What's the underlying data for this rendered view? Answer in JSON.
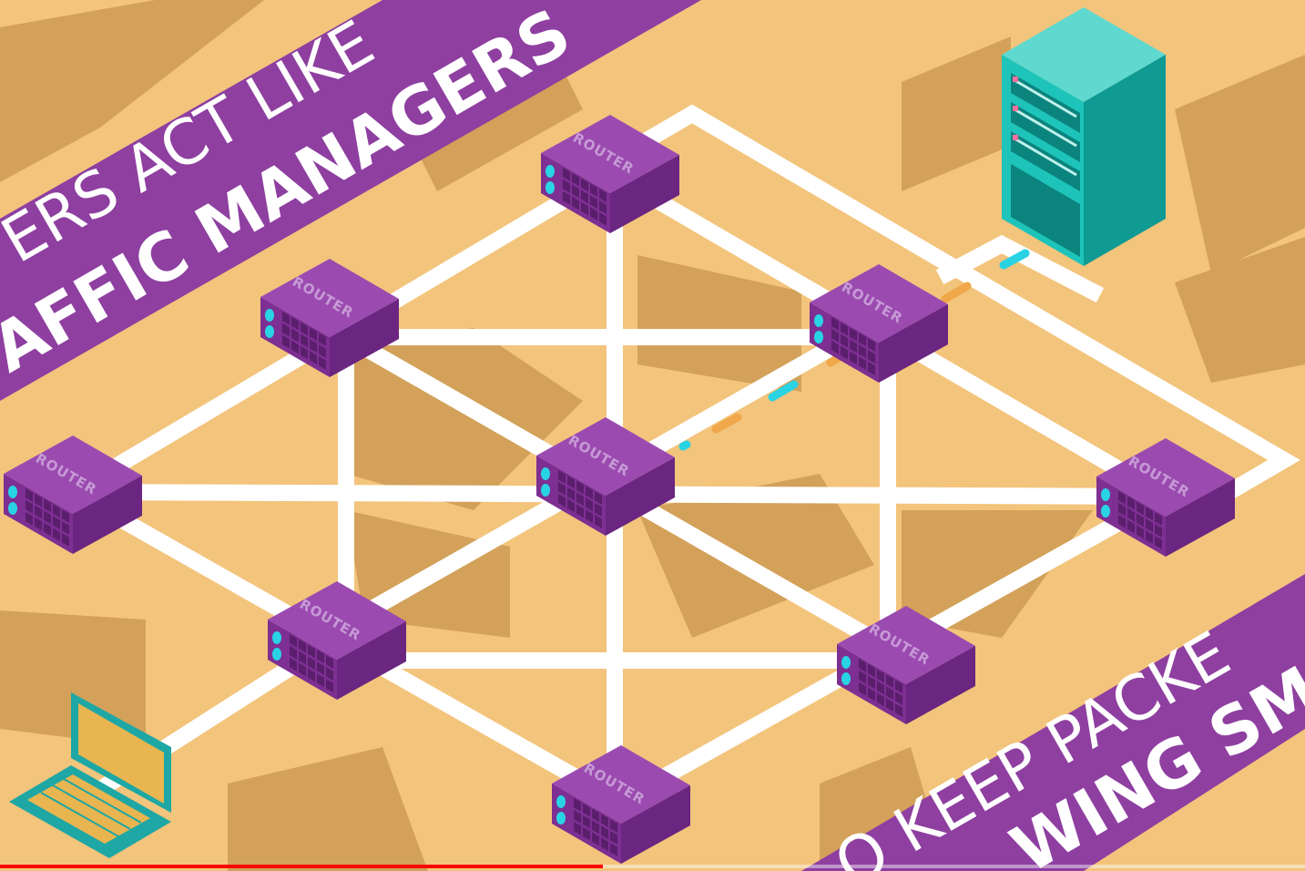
{
  "video": {
    "banner_top_line1": "ERS ACT LIKE",
    "banner_top_line2": "AFFIC MANAGERS",
    "banner_bottom_line1": "O KEEP PACKE",
    "banner_bottom_line2": "WING SMOO",
    "progress_fraction": 0.462
  },
  "routers": [
    {
      "label": "ROUTER"
    },
    {
      "label": "ROUTER"
    },
    {
      "label": "ROUTER"
    },
    {
      "label": "ROUTER"
    },
    {
      "label": "ROUTER"
    },
    {
      "label": "ROUTER"
    },
    {
      "label": "ROUTER"
    },
    {
      "label": "ROUTER"
    },
    {
      "label": "ROUTER"
    }
  ],
  "colors": {
    "background": "#f3c47c",
    "shadow": "#d3a15a",
    "road": "#ffffff",
    "banner": "#8e3fa0",
    "router_top": "#9b4bb0",
    "router_front": "#7d2f92",
    "router_side": "#6a2680",
    "accent_cyan": "#29d3e3",
    "packet_orange": "#f0a84a",
    "server": "#17b5ad",
    "laptop": "#1ea7a4",
    "progress": "#ff0000"
  },
  "icons": [
    "router-icon",
    "server-icon",
    "laptop-icon",
    "data-packet-icon"
  ]
}
